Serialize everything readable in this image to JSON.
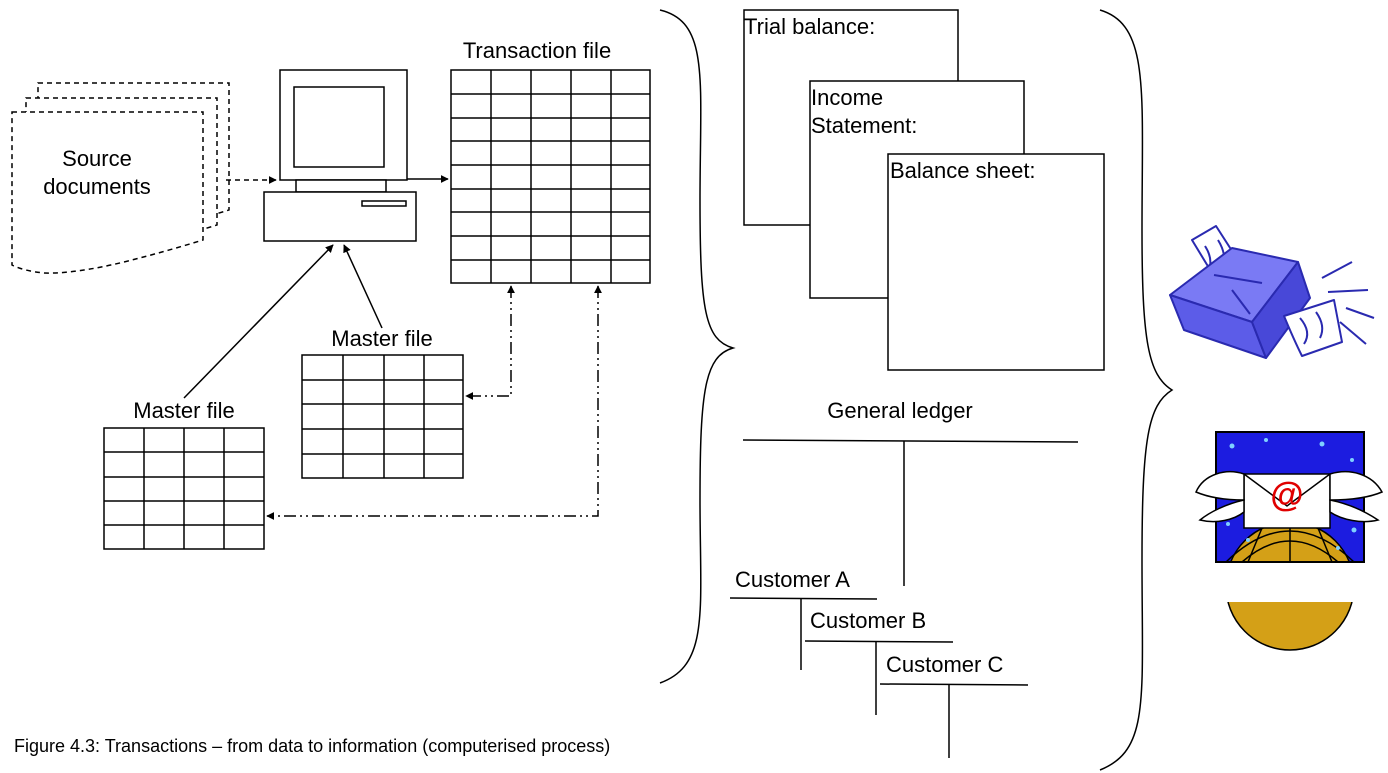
{
  "labels": {
    "source_documents_line1": "Source",
    "source_documents_line2": "documents",
    "transaction_file": "Transaction file",
    "master_file_center": "Master file",
    "master_file_left": "Master file",
    "trial_balance": "Trial balance:",
    "income_statement_line1": "Income",
    "income_statement_line2": "Statement:",
    "balance_sheet": "Balance sheet:",
    "general_ledger": "General ledger",
    "customer_a": "Customer A",
    "customer_b": "Customer B",
    "customer_c": "Customer C",
    "email_at": "@",
    "caption": "Figure 4.3: Transactions – from data to information (computerised process)"
  },
  "icons": {
    "computer": "desktop-computer-icon",
    "printer": "printer-icon",
    "email": "flying-email-icon"
  },
  "colors": {
    "line": "#000000",
    "printer": "#6a6af0",
    "email_bg": "#1c1ce0",
    "email_globe": "#d4a017",
    "email_at": "#e00000"
  }
}
